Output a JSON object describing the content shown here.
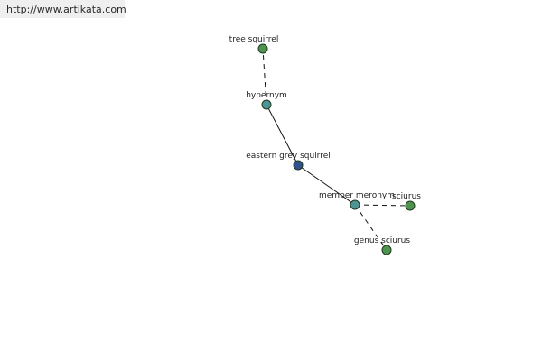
{
  "source": {
    "url_text": "http://www.artikata.com"
  },
  "graph": {
    "colors": {
      "center": "#34508c",
      "relation": "#4f9494",
      "leaf": "#4e934e",
      "stroke": "#1f3a1f",
      "edge": "#111111"
    },
    "nodes": [
      {
        "id": "tree-squirrel",
        "label": "tree squirrel",
        "kind": "leaf"
      },
      {
        "id": "hypernym",
        "label": "hypernym",
        "kind": "relation"
      },
      {
        "id": "eastern-grey-squirrel",
        "label": "eastern grey squirrel",
        "kind": "center"
      },
      {
        "id": "member-meronym",
        "label": "member meronym",
        "kind": "relation"
      },
      {
        "id": "sciurus",
        "label": "sciurus",
        "kind": "leaf"
      },
      {
        "id": "genus-sciurus",
        "label": "genus sciurus",
        "kind": "leaf"
      }
    ],
    "edges": [
      {
        "from": "hypernym",
        "to": "tree-squirrel",
        "style": "dashed"
      },
      {
        "from": "eastern-grey-squirrel",
        "to": "hypernym",
        "style": "solid"
      },
      {
        "from": "eastern-grey-squirrel",
        "to": "member-meronym",
        "style": "solid"
      },
      {
        "from": "member-meronym",
        "to": "sciurus",
        "style": "dashed"
      },
      {
        "from": "member-meronym",
        "to": "genus-sciurus",
        "style": "dashed"
      }
    ]
  }
}
